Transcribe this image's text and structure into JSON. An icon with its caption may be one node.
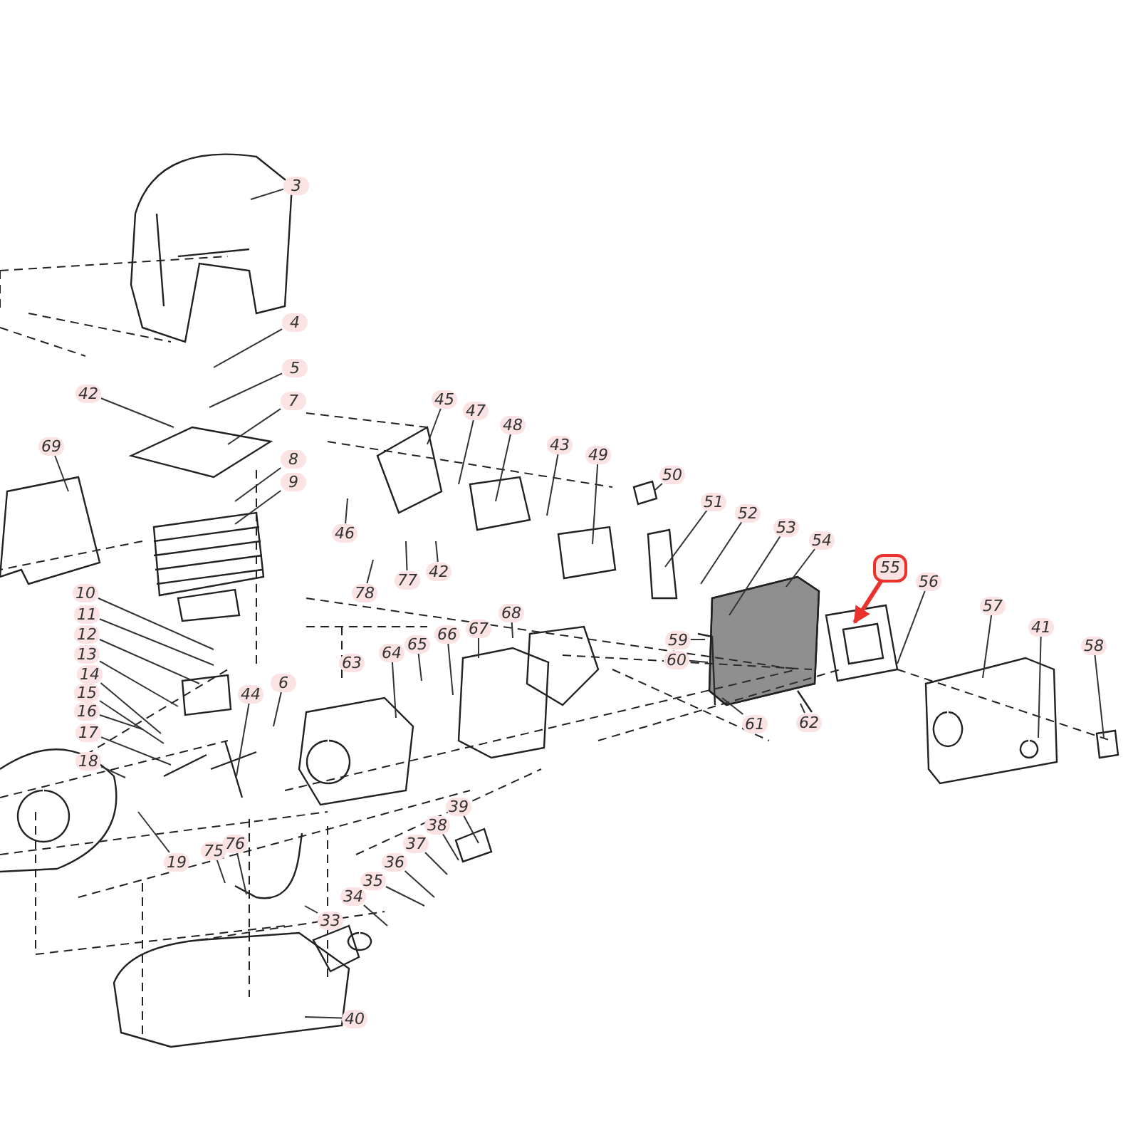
{
  "diagram": {
    "nodes": [
      {
        "text": [
          "3"
        ]
      },
      {
        "text": [
          "4"
        ]
      },
      {
        "text": [
          "5"
        ]
      },
      {
        "text": [
          "42"
        ]
      },
      {
        "text": [
          "7"
        ]
      },
      {
        "text": [
          "69"
        ]
      },
      {
        "text": [
          "8"
        ]
      },
      {
        "text": [
          "9"
        ]
      },
      {
        "text": [
          "45"
        ]
      },
      {
        "text": [
          "47"
        ]
      },
      {
        "text": [
          "48"
        ]
      },
      {
        "text": [
          "43"
        ]
      },
      {
        "text": [
          "49"
        ]
      },
      {
        "text": [
          "50"
        ]
      },
      {
        "text": [
          "46"
        ]
      },
      {
        "text": [
          "51"
        ]
      },
      {
        "text": [
          "52"
        ]
      },
      {
        "text": [
          "53"
        ]
      },
      {
        "text": [
          "54"
        ]
      },
      {
        "text": [
          "55"
        ]
      },
      {
        "text": [
          "56"
        ]
      },
      {
        "text": [
          "57"
        ]
      },
      {
        "text": [
          "41"
        ]
      },
      {
        "text": [
          "58"
        ]
      },
      {
        "text": [
          "77"
        ]
      },
      {
        "text": [
          "42"
        ]
      },
      {
        "text": [
          "78"
        ]
      },
      {
        "text": [
          "10"
        ]
      },
      {
        "text": [
          "11"
        ]
      },
      {
        "text": [
          "12"
        ]
      },
      {
        "text": [
          "68"
        ]
      },
      {
        "text": [
          "67"
        ]
      },
      {
        "text": [
          "66"
        ]
      },
      {
        "text": [
          "65"
        ]
      },
      {
        "text": [
          "64"
        ]
      },
      {
        "text": [
          "59"
        ]
      },
      {
        "text": [
          "60"
        ]
      },
      {
        "text": [
          "13"
        ]
      },
      {
        "text": [
          "14"
        ]
      },
      {
        "text": [
          "15"
        ]
      },
      {
        "text": [
          "16"
        ]
      },
      {
        "text": [
          "6"
        ]
      },
      {
        "text": [
          "44"
        ]
      },
      {
        "text": [
          "17"
        ]
      },
      {
        "text": [
          "18"
        ]
      },
      {
        "text": [
          "61"
        ]
      },
      {
        "text": [
          "62"
        ]
      },
      {
        "text": [
          "39"
        ]
      },
      {
        "text": [
          "38"
        ]
      },
      {
        "text": [
          "37"
        ]
      },
      {
        "text": [
          "36"
        ]
      },
      {
        "text": [
          "35"
        ]
      },
      {
        "text": [
          "76"
        ]
      },
      {
        "text": [
          "75"
        ]
      },
      {
        "text": [
          "19"
        ]
      },
      {
        "text": [
          "34"
        ]
      },
      {
        "text": [
          "33"
        ]
      },
      {
        "text": [
          "40"
        ]
      },
      {
        "text": [
          "63"
        ]
      }
    ],
    "edges": [
      {
        "from": 0,
        "to": null,
        "arrow": "none"
      },
      {
        "from": 1,
        "to": null,
        "arrow": "none"
      },
      {
        "from": 2,
        "to": null,
        "arrow": "none"
      },
      {
        "from": 3,
        "to": null,
        "arrow": "none"
      },
      {
        "from": 4,
        "to": null,
        "arrow": "none"
      },
      {
        "from": 5,
        "to": null,
        "arrow": "none"
      },
      {
        "from": 6,
        "to": null,
        "arrow": "none"
      },
      {
        "from": 7,
        "to": null,
        "arrow": "none"
      },
      {
        "from": 8,
        "to": null,
        "arrow": "none"
      },
      {
        "from": 9,
        "to": null,
        "arrow": "none"
      },
      {
        "from": 10,
        "to": null,
        "arrow": "none"
      },
      {
        "from": 11,
        "to": null,
        "arrow": "none"
      },
      {
        "from": 12,
        "to": null,
        "arrow": "none"
      },
      {
        "from": 13,
        "to": null,
        "arrow": "none"
      },
      {
        "from": 14,
        "to": null,
        "arrow": "none"
      },
      {
        "from": 15,
        "to": null,
        "arrow": "none"
      },
      {
        "from": 16,
        "to": null,
        "arrow": "none"
      },
      {
        "from": 17,
        "to": null,
        "arrow": "none"
      },
      {
        "from": 18,
        "to": null,
        "arrow": "none"
      },
      {
        "from": 19,
        "to": null,
        "arrow": "to",
        "style": "thick",
        "color": "#e8322b"
      },
      {
        "from": 20,
        "to": null,
        "arrow": "none"
      },
      {
        "from": 21,
        "to": null,
        "arrow": "none"
      },
      {
        "from": 22,
        "to": null,
        "arrow": "none"
      },
      {
        "from": 23,
        "to": null,
        "arrow": "none"
      },
      {
        "from": 24,
        "to": null,
        "arrow": "none"
      },
      {
        "from": 25,
        "to": null,
        "arrow": "none"
      },
      {
        "from": 26,
        "to": null,
        "arrow": "none"
      },
      {
        "from": 27,
        "to": null,
        "arrow": "none"
      },
      {
        "from": 28,
        "to": null,
        "arrow": "none"
      },
      {
        "from": 29,
        "to": null,
        "arrow": "none"
      },
      {
        "from": 30,
        "to": null,
        "arrow": "none"
      },
      {
        "from": 31,
        "to": null,
        "arrow": "none"
      },
      {
        "from": 32,
        "to": null,
        "arrow": "none"
      },
      {
        "from": 33,
        "to": null,
        "arrow": "none"
      },
      {
        "from": 34,
        "to": null,
        "arrow": "none"
      },
      {
        "from": 35,
        "to": null,
        "arrow": "none"
      },
      {
        "from": 36,
        "to": null,
        "arrow": "none"
      },
      {
        "from": 37,
        "to": null,
        "arrow": "none"
      },
      {
        "from": 38,
        "to": null,
        "arrow": "none"
      },
      {
        "from": 39,
        "to": null,
        "arrow": "none"
      },
      {
        "from": 40,
        "to": null,
        "arrow": "none"
      },
      {
        "from": 41,
        "to": null,
        "arrow": "none"
      },
      {
        "from": 42,
        "to": null,
        "arrow": "none"
      },
      {
        "from": 43,
        "to": null,
        "arrow": "none"
      },
      {
        "from": 44,
        "to": null,
        "arrow": "none"
      },
      {
        "from": 45,
        "to": null,
        "arrow": "none"
      },
      {
        "from": 46,
        "to": null,
        "arrow": "none"
      },
      {
        "from": 47,
        "to": null,
        "arrow": "none"
      },
      {
        "from": 48,
        "to": null,
        "arrow": "none"
      },
      {
        "from": 49,
        "to": null,
        "arrow": "none"
      },
      {
        "from": 50,
        "to": null,
        "arrow": "none"
      },
      {
        "from": 51,
        "to": null,
        "arrow": "none"
      },
      {
        "from": 52,
        "to": null,
        "arrow": "none"
      },
      {
        "from": 53,
        "to": null,
        "arrow": "none"
      },
      {
        "from": 54,
        "to": null,
        "arrow": "none"
      },
      {
        "from": 55,
        "to": null,
        "arrow": "none"
      },
      {
        "from": 56,
        "to": null,
        "arrow": "none"
      },
      {
        "from": 57,
        "to": null,
        "arrow": "none"
      }
    ]
  }
}
